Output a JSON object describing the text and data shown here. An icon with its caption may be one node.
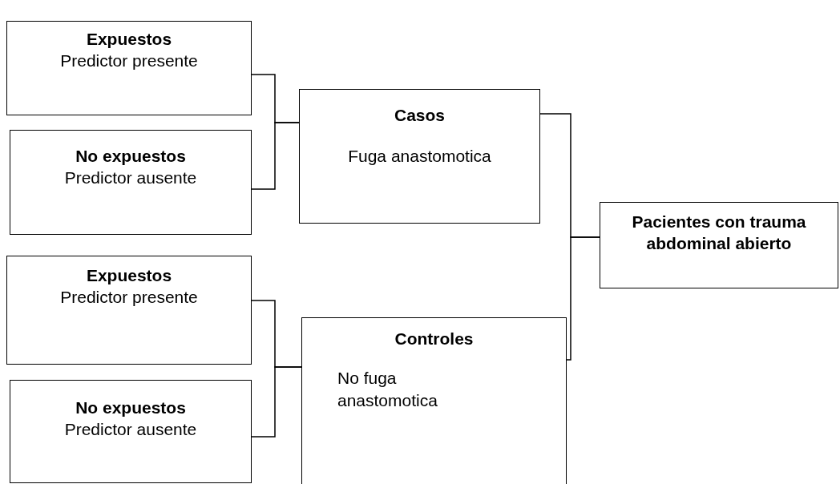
{
  "diagram": {
    "nodes": [
      {
        "text": [
          "Expuestos",
          "Predictor presente"
        ]
      },
      {
        "text": [
          "No expuestos",
          "Predictor ausente"
        ]
      },
      {
        "text": [
          "Casos",
          "Fuga anastomotica"
        ]
      },
      {
        "text": [
          "Pacientes con trauma abdominal abierto"
        ]
      },
      {
        "text": [
          "Expuestos",
          "Predictor presente"
        ]
      },
      {
        "text": [
          "No expuestos",
          "Predictor ausente"
        ]
      },
      {
        "text": [
          "Controles",
          "No fuga anastomotica"
        ]
      }
    ],
    "edges": [
      {
        "from": 0,
        "to": 2,
        "arrow": "none"
      },
      {
        "from": 1,
        "to": 2,
        "arrow": "none"
      },
      {
        "from": 2,
        "to": 3,
        "arrow": "none"
      },
      {
        "from": 4,
        "to": 6,
        "arrow": "none"
      },
      {
        "from": 5,
        "to": 6,
        "arrow": "none"
      },
      {
        "from": 6,
        "to": 3,
        "arrow": "none"
      }
    ]
  }
}
